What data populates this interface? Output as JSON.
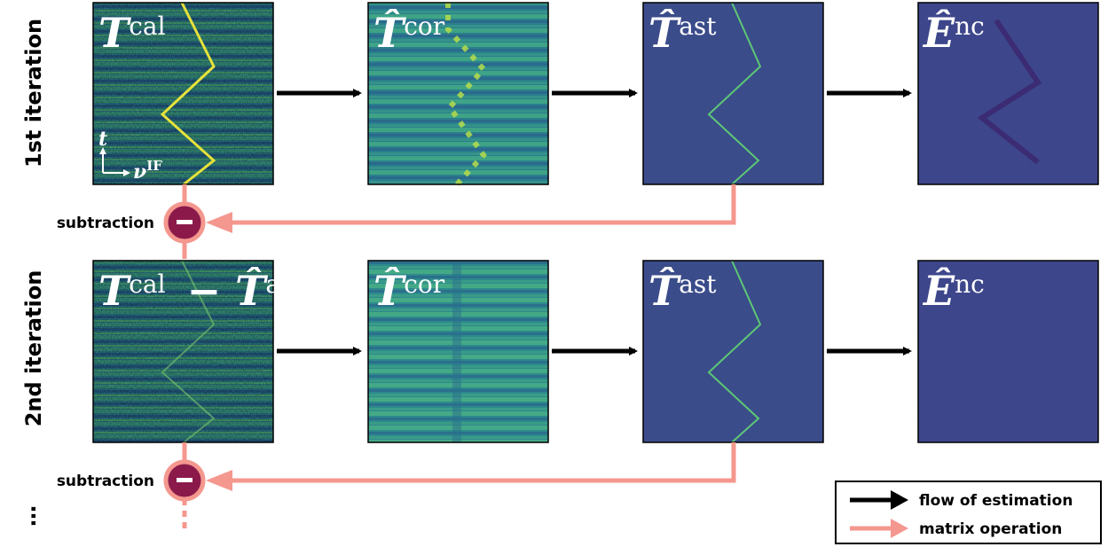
{
  "row_labels": [
    "1st iteration",
    "2nd iteration"
  ],
  "continuation": "…",
  "subtraction_label": "subtraction",
  "minus_symbol": "−",
  "panels": {
    "row1": [
      {
        "base": "T",
        "hat": false,
        "sup": "cal"
      },
      {
        "base": "T",
        "hat": true,
        "sup": "cor"
      },
      {
        "base": "T",
        "hat": true,
        "sup": "ast"
      },
      {
        "base": "E",
        "hat": true,
        "sup": "nc"
      }
    ],
    "row2": [
      {
        "base": "T",
        "hat": false,
        "sup": "cal",
        "minus": "−",
        "base2": "T",
        "hat2": true,
        "sup2": "ast"
      },
      {
        "base": "T",
        "hat": true,
        "sup": "cor"
      },
      {
        "base": "T",
        "hat": true,
        "sup": "ast"
      },
      {
        "base": "E",
        "hat": true,
        "sup": "nc"
      }
    ]
  },
  "axis": {
    "y": "t",
    "x": "ν",
    "x_sup": "IF"
  },
  "legend": {
    "flow": "flow of estimation",
    "matrix": "matrix operation"
  },
  "colors": {
    "flow_arrow": "#000000",
    "matrix_arrow": "#f4978e",
    "subtraction_circle": "#8b1a4a",
    "panel_background": "#3b4c8a"
  }
}
